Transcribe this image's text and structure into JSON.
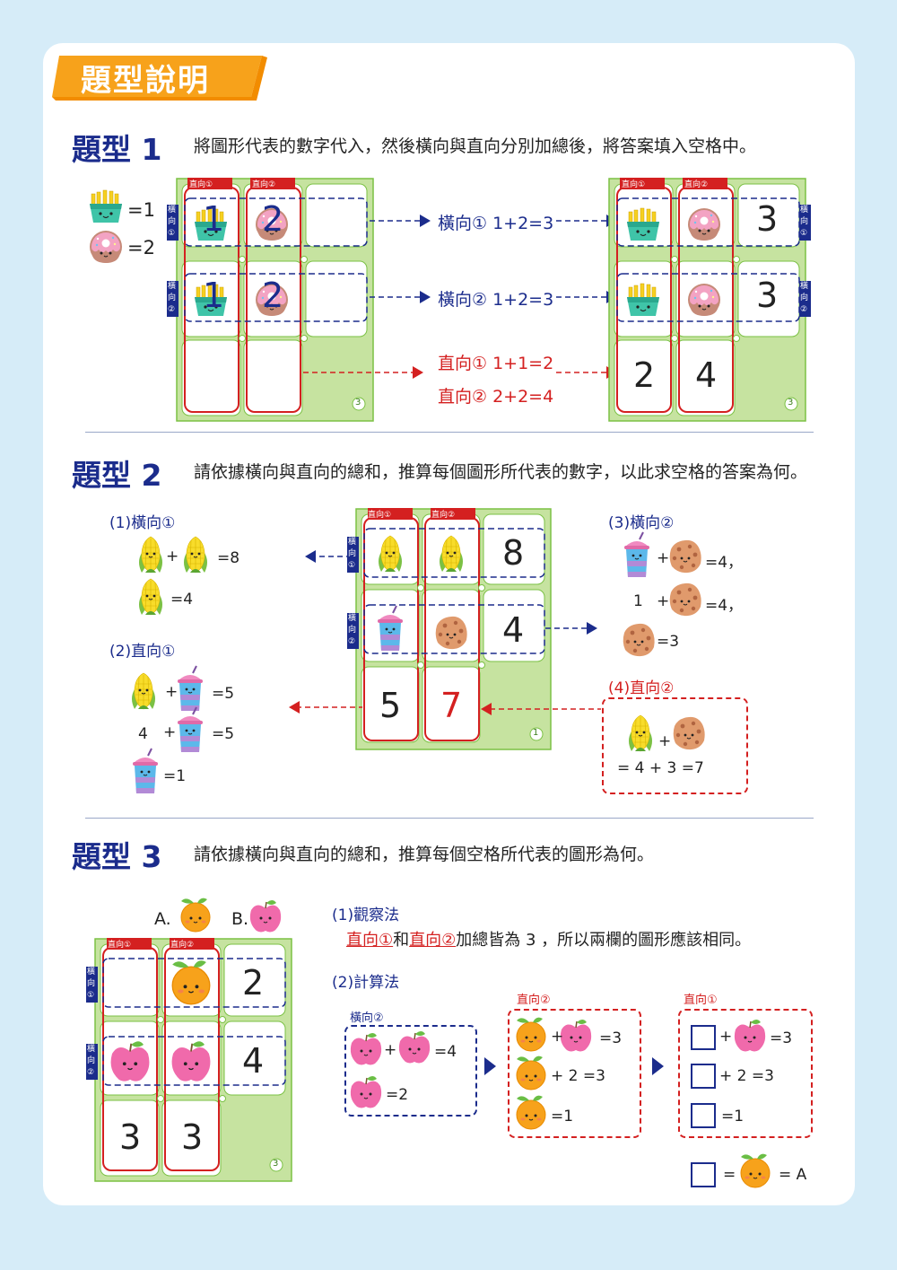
{
  "banner": {
    "title": "題型說明"
  },
  "t1": {
    "title": "題型 1",
    "desc": "將圖形代表的數字代入，然後橫向與直向分別加總後，將答案填入空格中。",
    "legend_fries": "=1",
    "legend_donut": "=2",
    "col1": "直向①",
    "col2": "直向②",
    "row1": "橫向①",
    "row2": "橫向②",
    "cell_1": "1",
    "cell_2": "2",
    "r1_expr": "橫向①  1+2=3",
    "r2_expr": "橫向②  1+2=3",
    "c1_expr": "直向①  1+1=2",
    "c2_expr": "直向②  2+2=4",
    "ans_r1": "3",
    "ans_r2": "3",
    "ans_c1": "2",
    "ans_c2": "4",
    "level": "3"
  },
  "t2": {
    "title": "題型 2",
    "desc": "請依據橫向與直向的總和，推算每個圖形所代表的數字，以此求空格的答案為何。",
    "s1_title": "(1)橫向①",
    "s1_eq1": "=8",
    "s1_eq2": "=4",
    "s2_title": "(2)直向①",
    "s2_eq1": "=5",
    "s2_eq2_a": "4",
    "s2_eq2": "=5",
    "s2_eq3": "=1",
    "s3_title": "(3)橫向②",
    "s3_eq1": "=4，",
    "s3_eq2_a": "1",
    "s3_eq2": "=4，",
    "s3_eq3": "=3",
    "s4_title": "(4)直向②",
    "s4_eq": "= 4  +  3   =7",
    "plus": "+",
    "grid_r1": "8",
    "grid_r2": "4",
    "grid_c1": "5",
    "grid_c2": "7",
    "level": "1"
  },
  "t3": {
    "title": "題型 3",
    "desc": "請依據橫向與直向的總和，推算每個空格所代表的圖形為何。",
    "opt_a": "A.",
    "opt_b": "B.",
    "grid_r1": "2",
    "grid_r2": "4",
    "grid_c1": "3",
    "grid_c2": "3",
    "level": "3",
    "m1_title": "(1)觀察法",
    "m1_c1": "直向①",
    "m1_and": "和",
    "m1_c2": "直向②",
    "m1_rest": "加總皆為 3 ，所以兩欄的圖形應該相同。",
    "m2_title": "(2)計算法",
    "b1_label": "橫向②",
    "b1_eq1": "=4",
    "b1_eq2": "=2",
    "b2_label": "直向②",
    "b2_eq1": "=3",
    "b2_eq2": "+  2  =3",
    "b2_eq3": "=1",
    "b3_label": "直向①",
    "b3_eq1": "=3",
    "b3_eq2": "+  2  =3",
    "b3_eq3": "=1",
    "final_eq": "=",
    "final_ans": "= A"
  }
}
